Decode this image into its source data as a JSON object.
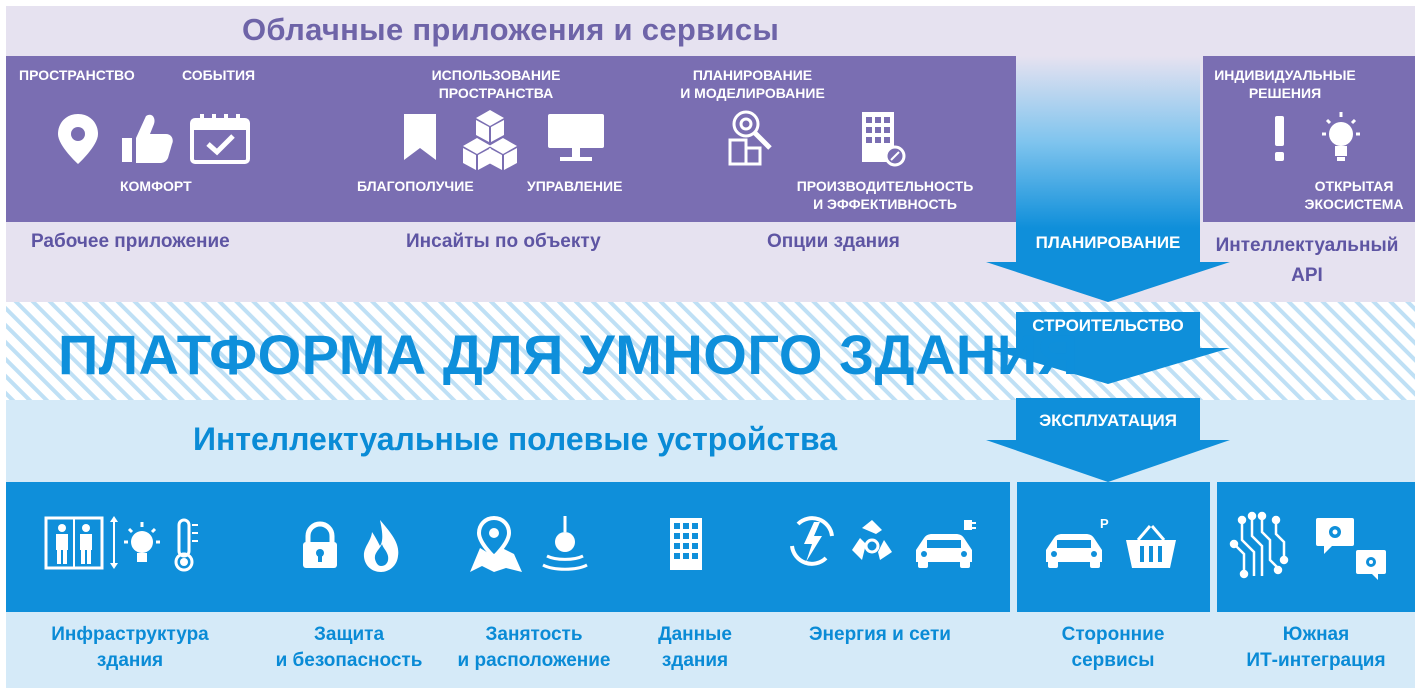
{
  "top": {
    "title": "Облачные приложения и сервисы",
    "labels": {
      "space": "ПРОСТРАНСТВО",
      "events": "СОБЫТИЯ",
      "comfort": "КОМФОРТ",
      "space_use": "ИСПОЛЬЗОВАНИЕ\nПРОСТРАНСТВА",
      "wellbeing": "БЛАГОПОЛУЧИЕ",
      "management": "УПРАВЛЕНИЕ",
      "planning_modeling": "ПЛАНИРОВАНИЕ\nИ МОДЕЛИРОВАНИЕ",
      "productivity": "ПРОИЗВОДИТЕЛЬНОСТЬ\nИ ЭФФЕКТИВНОСТЬ",
      "individual": "ИНДИВИДУАЛЬНЫЕ\nРЕШЕНИЯ",
      "open_eco": "ОТКРЫТАЯ\nЭКОСИСТЕМА"
    },
    "bottom_labels": {
      "work_app": "Рабочее приложение",
      "insights": "Инсайты по объекту",
      "building_options": "Опции здания",
      "smart_api": "Интеллектуальный\nAPI"
    }
  },
  "arrow": {
    "planning": "ПЛАНИРОВАНИЕ",
    "construction": "СТРОИТЕЛЬСТВО",
    "operation": "ЭКСПЛУАТАЦИЯ"
  },
  "platform": {
    "title": "ПЛАТФОРМА ДЛЯ УМНОГО ЗДАНИЯ"
  },
  "field": {
    "title": "Интеллектуальные полевые устройства",
    "categories": [
      "Инфраструктура\nздания",
      "Защита\nи безопасность",
      "Занятость\nи расположение",
      "Данные\nздания",
      "Энергия и сети",
      "Сторонние\nсервисы",
      "Южная\nИТ-интеграция"
    ]
  },
  "icons": {
    "top": [
      "location-pin-icon",
      "thumbs-up-icon",
      "calendar-check-icon",
      "bookmark-icon",
      "cubes-icon",
      "monitor-icon",
      "gear-search-icon",
      "building-compass-icon",
      "exclamation-icon",
      "lightbulb-icon"
    ],
    "bottom": [
      "elevator-icon",
      "lightbulb-icon",
      "thermometer-icon",
      "padlock-icon",
      "flame-icon",
      "map-pin-icon",
      "locator-icon",
      "building-icon",
      "energy-cycle-icon",
      "recycle-icon",
      "electric-car-icon",
      "parking-car-icon",
      "basket-icon",
      "circuit-icon",
      "chat-gears-icon"
    ]
  },
  "colors": {
    "purple_dark": "#7a6eb2",
    "purple_light": "#e6e2f0",
    "blue_dark": "#0f8fda",
    "blue_light": "#d5eaf8",
    "text_purple": "#6e64a8",
    "text_blue": "#0a8bd6"
  }
}
